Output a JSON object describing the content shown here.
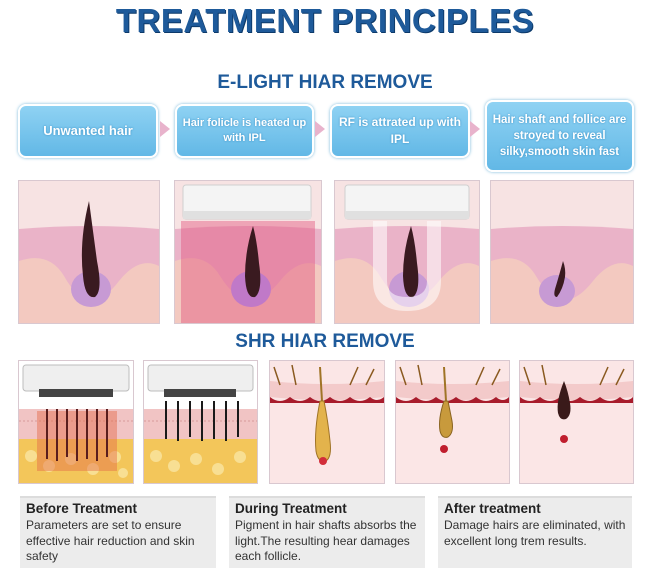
{
  "title": "TREATMENT PRINCIPLES",
  "elight": {
    "heading": "E-LIGHT HIAR REMOVE",
    "steps": [
      "Unwanted hair",
      "Hair folicle is heated up with IPL",
      "RF is attrated up with IPL",
      "Hair shaft and follice are stroyed to reveal silky,smooth skin fast"
    ]
  },
  "shr": {
    "heading": "SHR HIAR REMOVE"
  },
  "captions": [
    {
      "title": "Before Treatment",
      "text": "Parameters are set to ensure effective hair reduction and skin safety"
    },
    {
      "title": "During Treatment",
      "text": "Pigment in hair shafts absorbs the light.The resulting hear damages each follicle."
    },
    {
      "title": "After treatment",
      "text": "Damage hairs are eliminated, with excellent long trem results."
    }
  ],
  "colors": {
    "heading": "#1e5a9a",
    "step_box": "#6fc0ea",
    "skin_top": "#f7e3e3",
    "skin_pink": "#e2a9c0",
    "skin_purple": "#c49ad0",
    "hair": "#3a1a20"
  }
}
